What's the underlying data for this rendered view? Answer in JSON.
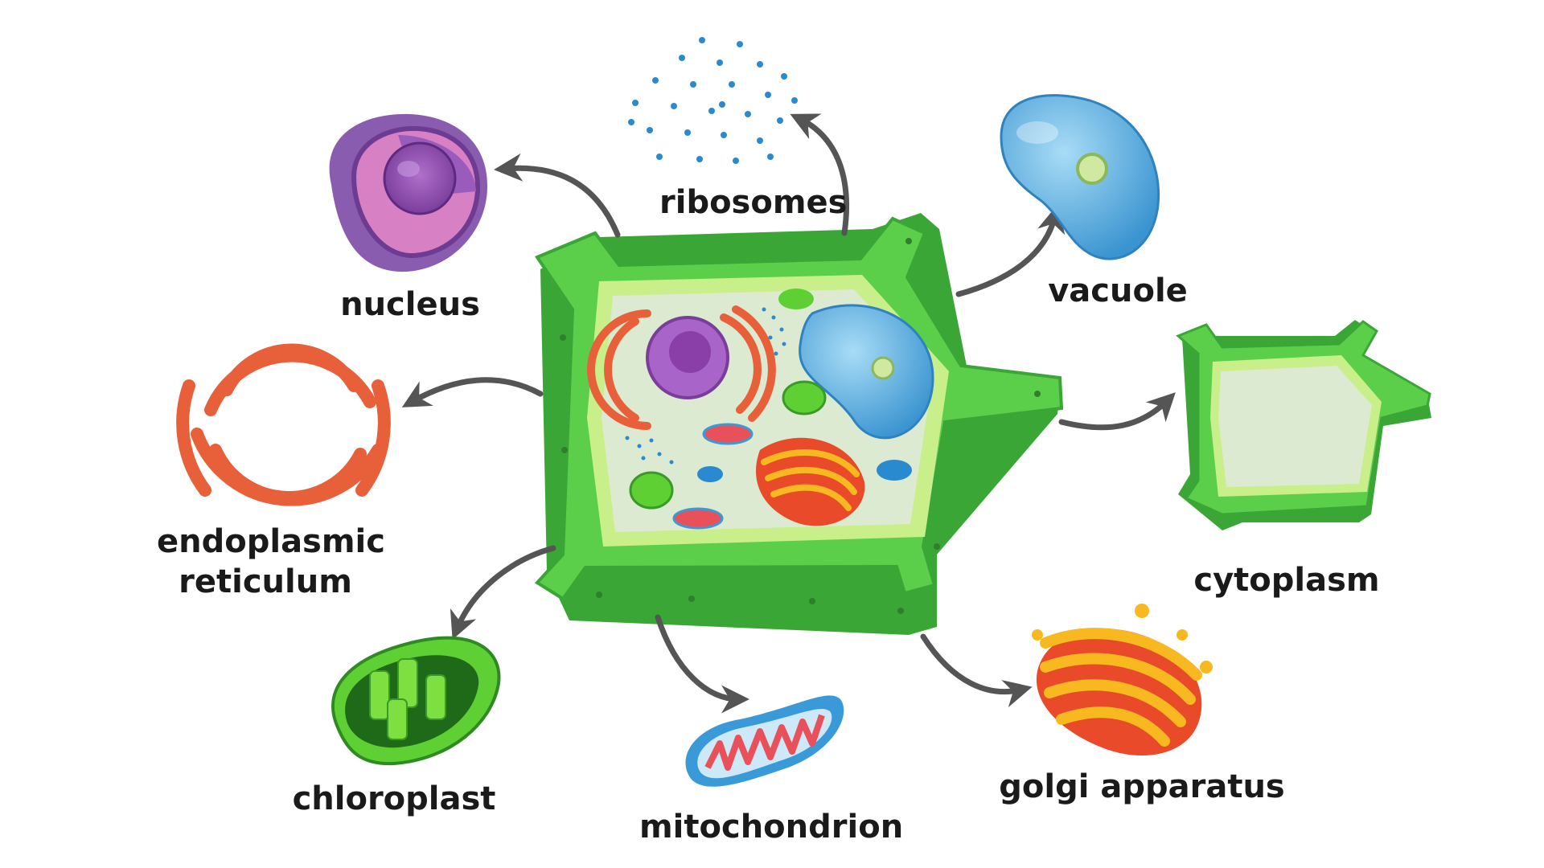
{
  "labels": {
    "ribosomes": "ribosomes",
    "nucleus": "nucleus",
    "vacuole": "vacuole",
    "er_line1": "endoplasmic",
    "er_line2": "reticulum",
    "cytoplasm": "cytoplasm",
    "chloroplast": "chloroplast",
    "mitochondrion": "mitochondrion",
    "golgi": "golgi apparatus"
  },
  "colors": {
    "cell_wall": "#5ccf4a",
    "cell_wall_dark": "#3aa636",
    "cell_wall_light": "#c9ef8a",
    "cytoplasm": "#dbead0",
    "nucleus": "#a864c8",
    "nucleolus": "#8a3ea8",
    "er": "#e8603a",
    "vacuole": "#5ab4e6",
    "golgi": "#f8b820",
    "golgi_base": "#e84a2a",
    "chloroplast": "#5ed034",
    "mitochondrion": "#e8505a",
    "mito_outer": "#3a9ad8",
    "ribosome": "#2a8ad0",
    "arrow": "#555555"
  }
}
